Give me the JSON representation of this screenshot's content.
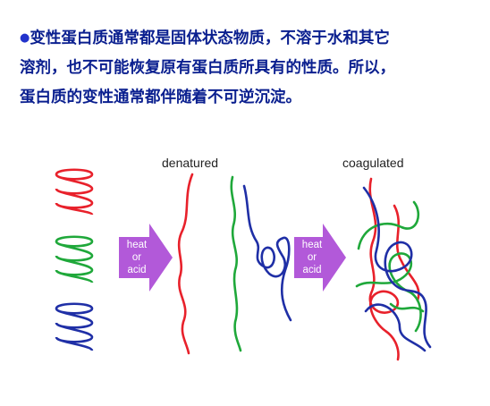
{
  "paragraph": {
    "bullet": "●",
    "lines": [
      "变性蛋白质通常都是固体状态物质，不溶于水和其它",
      "溶剂，也不可能恢复原有蛋白质所具有的性质。所以，",
      "蛋白质的变性通常都伴随着不可逆沉淀。"
    ]
  },
  "figure": {
    "caption_denatured": "denatured",
    "caption_coagulated": "coagulated",
    "arrow1": [
      "heat",
      "or",
      "acid"
    ],
    "arrow2": [
      "heat",
      "or",
      "acid"
    ],
    "colors": {
      "red": "#e8212b",
      "green": "#1fa83a",
      "blue": "#1f2fa6",
      "arrow": "#b259d9"
    }
  }
}
